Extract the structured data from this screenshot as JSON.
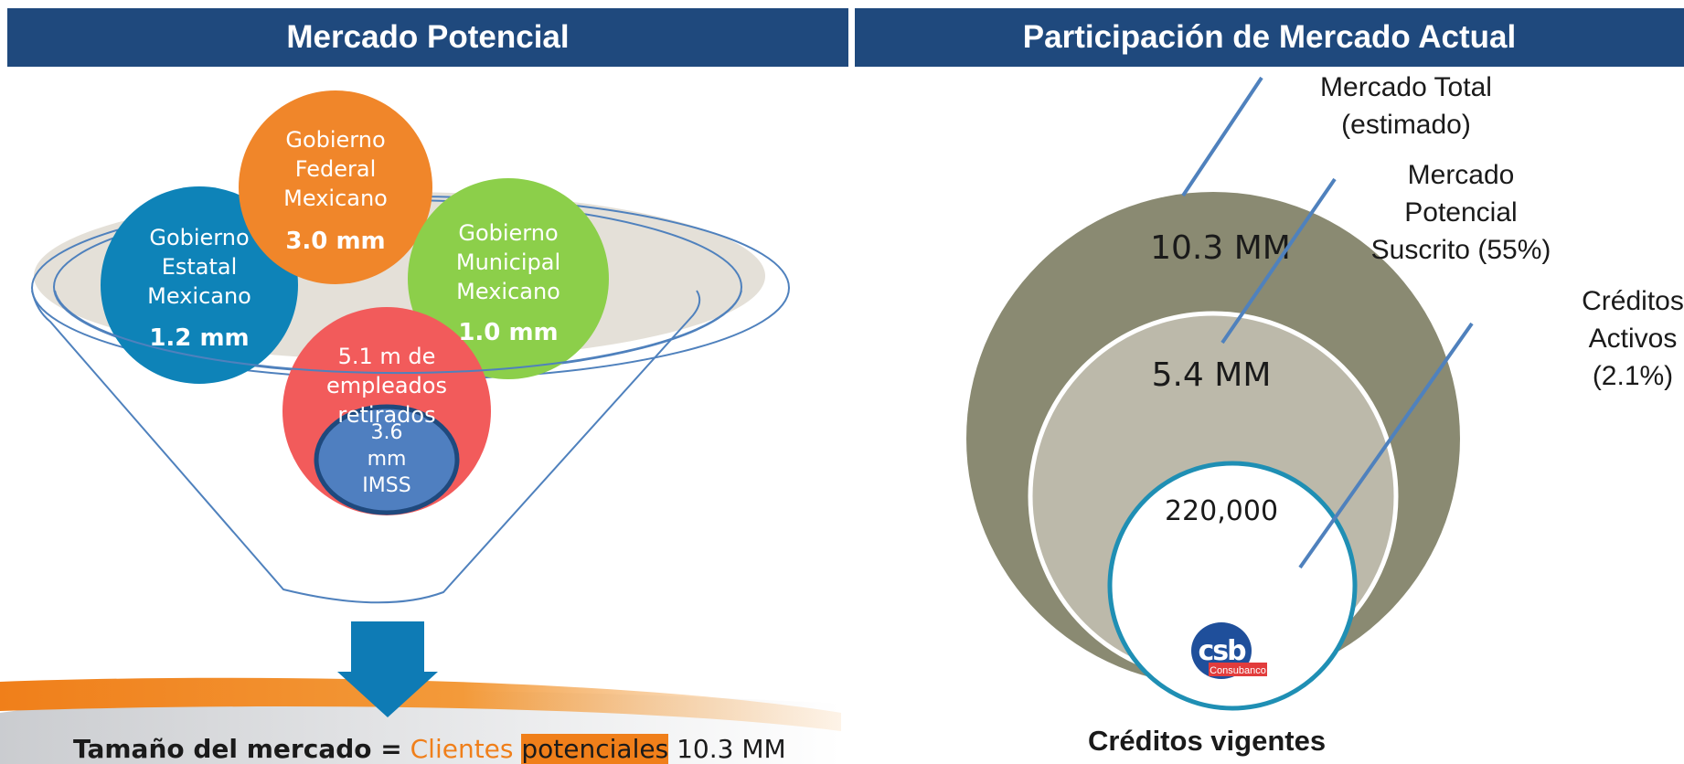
{
  "left_panel": {
    "title": "Mercado Potencial",
    "circles": {
      "federal": {
        "lines": [
          "Gobierno",
          "Federal",
          "Mexicano"
        ],
        "value": "3.0 mm",
        "color": "#f0862a"
      },
      "estatal": {
        "lines": [
          "Gobierno",
          "Estatal",
          "Mexicano"
        ],
        "value": "1.2 mm",
        "color": "#0e83b8"
      },
      "municipal": {
        "lines": [
          "Gobierno",
          "Municipal",
          "Mexicano"
        ],
        "value": "1.0 mm",
        "color": "#8ccf4a"
      },
      "retirados": {
        "lines": [
          "5.1 m de",
          "empleados",
          "retirados"
        ],
        "color": "#f25b5b"
      },
      "imss": {
        "lines": [
          "3.6",
          "mm",
          "IMSS"
        ],
        "color": "#4f7fc0"
      }
    },
    "bottom": {
      "label": "Tamaño del mercado =",
      "w1": "Clientes",
      "w2": "potenciales",
      "value": "10.3 MM"
    }
  },
  "right_panel": {
    "title": "Participación de Mercado Actual",
    "rings": {
      "outer_value": "10.3 MM",
      "middle_value": "5.4 MM",
      "inner_value": "220,000"
    },
    "callouts": {
      "total": [
        "Mercado Total",
        "(estimado)"
      ],
      "potencial": [
        "Mercado",
        "Potencial",
        "Suscrito (55%)"
      ],
      "creditos": [
        "Créditos",
        "Activos",
        "(2.1%)"
      ]
    },
    "logo": {
      "letters": "csb",
      "name": "Consubanco"
    },
    "caption": "Créditos vigentes"
  },
  "colors": {
    "header_bg": "#1f497d",
    "outer_ring": "#8a8a72",
    "middle_ring": "#bcb9aa",
    "inner_ring_border": "#1f8fb4",
    "leader_line": "#4f81bd",
    "arrow": "#0e7bb5",
    "orange_band": "#f07f1a"
  }
}
